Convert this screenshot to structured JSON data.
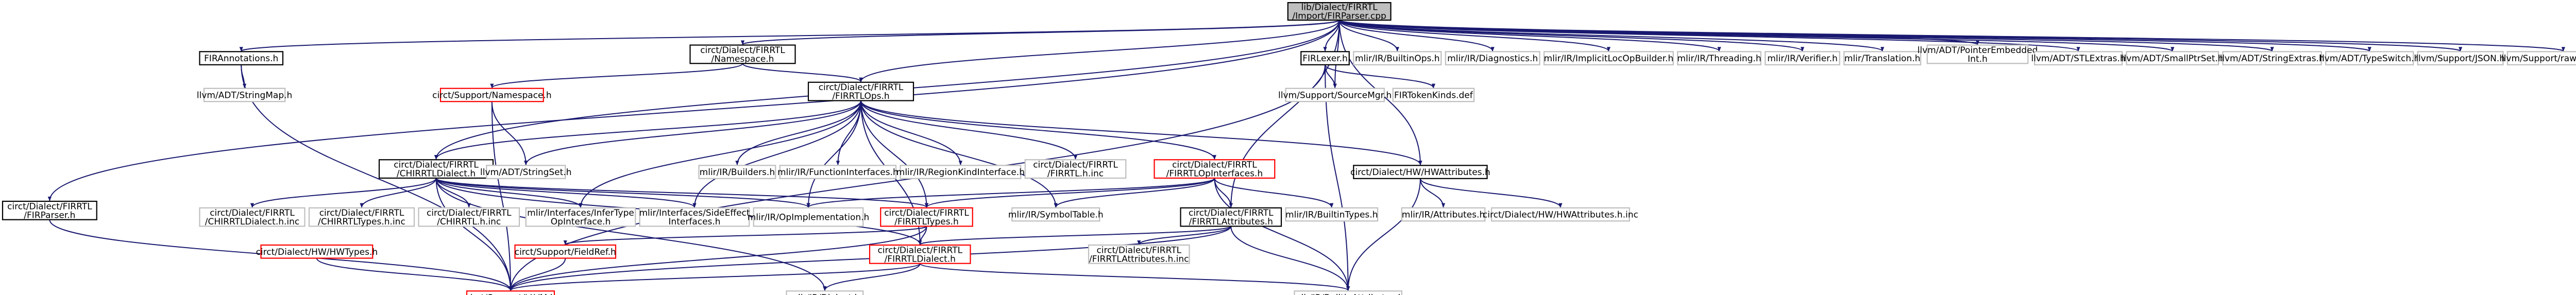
{
  "root_file": [
    "lib/Dialect/FIRRTL",
    "/Import/FIRParser.cpp"
  ],
  "colors": {
    "edge": "#191970",
    "root_fill": "#bfbfbf",
    "node_border_default": "#bfbfbf",
    "node_border_documented": "#000000",
    "node_border_cycle": "#ff0000"
  },
  "nodes": [
    {
      "id": "root",
      "lines": [
        "lib/Dialect/FIRRTL",
        "/Import/FIRParser.cpp"
      ],
      "kind": "root"
    },
    {
      "id": "firannotations",
      "lines": [
        "FIRAnnotations.h"
      ],
      "kind": "doc"
    },
    {
      "id": "namespace_hdr",
      "lines": [
        "circt/Dialect/FIRRTL",
        "/Namespace.h"
      ],
      "kind": "doc"
    },
    {
      "id": "firlexer",
      "lines": [
        "FIRLexer.h"
      ],
      "kind": "doc"
    },
    {
      "id": "builtinops",
      "lines": [
        "mlir/IR/BuiltinOps.h"
      ],
      "kind": "plain"
    },
    {
      "id": "diagnostics",
      "lines": [
        "mlir/IR/Diagnostics.h"
      ],
      "kind": "plain"
    },
    {
      "id": "implicitloc",
      "lines": [
        "mlir/IR/ImplicitLocOpBuilder.h"
      ],
      "kind": "plain"
    },
    {
      "id": "threading",
      "lines": [
        "mlir/IR/Threading.h"
      ],
      "kind": "plain"
    },
    {
      "id": "verifier",
      "lines": [
        "mlir/IR/Verifier.h"
      ],
      "kind": "plain"
    },
    {
      "id": "translation",
      "lines": [
        "mlir/Translation.h"
      ],
      "kind": "plain"
    },
    {
      "id": "pointerembedded",
      "lines": [
        "llvm/ADT/PointerEmbedded",
        "Int.h"
      ],
      "kind": "plain"
    },
    {
      "id": "stlextras",
      "lines": [
        "llvm/ADT/STLExtras.h"
      ],
      "kind": "plain"
    },
    {
      "id": "smallptrset",
      "lines": [
        "llvm/ADT/SmallPtrSet.h"
      ],
      "kind": "plain"
    },
    {
      "id": "stringextras",
      "lines": [
        "llvm/ADT/StringExtras.h"
      ],
      "kind": "plain"
    },
    {
      "id": "typeswitch",
      "lines": [
        "llvm/ADT/TypeSwitch.h"
      ],
      "kind": "plain"
    },
    {
      "id": "json",
      "lines": [
        "llvm/Support/JSON.h"
      ],
      "kind": "plain"
    },
    {
      "id": "raw_ostream",
      "lines": [
        "llvm/Support/raw_ostream.h"
      ],
      "kind": "plain"
    },
    {
      "id": "stringmap",
      "lines": [
        "llvm/ADT/StringMap.h"
      ],
      "kind": "plain"
    },
    {
      "id": "support_namespace",
      "lines": [
        "circt/Support/Namespace.h"
      ],
      "kind": "cycle"
    },
    {
      "id": "firrtlops",
      "lines": [
        "circt/Dialect/FIRRTL",
        "/FIRRTLOps.h"
      ],
      "kind": "doc"
    },
    {
      "id": "sourcemgr",
      "lines": [
        "llvm/Support/SourceMgr.h"
      ],
      "kind": "plain"
    },
    {
      "id": "tokenkinds",
      "lines": [
        "FIRTokenKinds.def"
      ],
      "kind": "plain"
    },
    {
      "id": "chirrtldialect",
      "lines": [
        "circt/Dialect/FIRRTL",
        "/CHIRRTLDialect.h"
      ],
      "kind": "doc"
    },
    {
      "id": "stringset",
      "lines": [
        "llvm/ADT/StringSet.h"
      ],
      "kind": "plain"
    },
    {
      "id": "builders",
      "lines": [
        "mlir/IR/Builders.h"
      ],
      "kind": "plain"
    },
    {
      "id": "functioninterfaces",
      "lines": [
        "mlir/IR/FunctionInterfaces.h"
      ],
      "kind": "plain"
    },
    {
      "id": "regionkind",
      "lines": [
        "mlir/IR/RegionKindInterface.h"
      ],
      "kind": "plain"
    },
    {
      "id": "firrtl_h_inc",
      "lines": [
        "circt/Dialect/FIRRTL",
        "/FIRRTL.h.inc"
      ],
      "kind": "plain"
    },
    {
      "id": "opinterfaces",
      "lines": [
        "circt/Dialect/FIRRTL",
        "/FIRRTLOpInterfaces.h"
      ],
      "kind": "cycle"
    },
    {
      "id": "hwattributes",
      "lines": [
        "circt/Dialect/HW/HWAttributes.h"
      ],
      "kind": "doc"
    },
    {
      "id": "firparser_h",
      "lines": [
        "circt/Dialect/FIRRTL",
        "/FIRParser.h"
      ],
      "kind": "doc"
    },
    {
      "id": "chirrtldialect_inc",
      "lines": [
        "circt/Dialect/FIRRTL",
        "/CHIRRTLDialect.h.inc"
      ],
      "kind": "plain"
    },
    {
      "id": "chirrtltypes_inc",
      "lines": [
        "circt/Dialect/FIRRTL",
        "/CHIRRTLTypes.h.inc"
      ],
      "kind": "plain"
    },
    {
      "id": "chirrtl_inc",
      "lines": [
        "circt/Dialect/FIRRTL",
        "/CHIRRTL.h.inc"
      ],
      "kind": "plain"
    },
    {
      "id": "infertype",
      "lines": [
        "mlir/Interfaces/InferType",
        "OpInterface.h"
      ],
      "kind": "plain"
    },
    {
      "id": "sideeffect",
      "lines": [
        "mlir/Interfaces/SideEffect",
        "Interfaces.h"
      ],
      "kind": "plain"
    },
    {
      "id": "opimpl",
      "lines": [
        "mlir/IR/OpImplementation.h"
      ],
      "kind": "plain"
    },
    {
      "id": "firrtltypes",
      "lines": [
        "circt/Dialect/FIRRTL",
        "/FIRRTLTypes.h"
      ],
      "kind": "cycle"
    },
    {
      "id": "symboltable",
      "lines": [
        "mlir/IR/SymbolTable.h"
      ],
      "kind": "plain"
    },
    {
      "id": "firrtlattributes",
      "lines": [
        "circt/Dialect/FIRRTL",
        "/FIRRTLAttributes.h"
      ],
      "kind": "doc"
    },
    {
      "id": "builtintypes",
      "lines": [
        "mlir/IR/BuiltinTypes.h"
      ],
      "kind": "plain"
    },
    {
      "id": "mlir_attributes",
      "lines": [
        "mlir/IR/Attributes.h"
      ],
      "kind": "plain"
    },
    {
      "id": "hwattributes_inc",
      "lines": [
        "circt/Dialect/HW/HWAttributes.h.inc"
      ],
      "kind": "plain"
    },
    {
      "id": "hwtypes",
      "lines": [
        "circt/Dialect/HW/HWTypes.h"
      ],
      "kind": "cycle"
    },
    {
      "id": "fieldref",
      "lines": [
        "circt/Support/FieldRef.h"
      ],
      "kind": "cycle"
    },
    {
      "id": "firrtldialect",
      "lines": [
        "circt/Dialect/FIRRTL",
        "/FIRRTLDialect.h"
      ],
      "kind": "cycle"
    },
    {
      "id": "firrtlattributes_inc",
      "lines": [
        "circt/Dialect/FIRRTL",
        "/FIRRTLAttributes.h.inc"
      ],
      "kind": "plain"
    },
    {
      "id": "llvm_h",
      "lines": [
        "circt/Support/LLVM.h"
      ],
      "kind": "cycle"
    },
    {
      "id": "mlir_dialect",
      "lines": [
        "mlir/IR/Dialect.h"
      ],
      "kind": "plain"
    },
    {
      "id": "builtinattributes",
      "lines": [
        "mlir/IR/BuiltinAttributes.h"
      ],
      "kind": "plain"
    }
  ],
  "edges": [
    [
      "root",
      "firannotations"
    ],
    [
      "root",
      "namespace_hdr"
    ],
    [
      "root",
      "firlexer"
    ],
    [
      "root",
      "builtinops"
    ],
    [
      "root",
      "diagnostics"
    ],
    [
      "root",
      "implicitloc"
    ],
    [
      "root",
      "threading"
    ],
    [
      "root",
      "verifier"
    ],
    [
      "root",
      "translation"
    ],
    [
      "root",
      "pointerembedded"
    ],
    [
      "root",
      "stlextras"
    ],
    [
      "root",
      "smallptrset"
    ],
    [
      "root",
      "stringextras"
    ],
    [
      "root",
      "typeswitch"
    ],
    [
      "root",
      "json"
    ],
    [
      "root",
      "raw_ostream"
    ],
    [
      "root",
      "firparser_h"
    ],
    [
      "root",
      "chirrtldialect"
    ],
    [
      "root",
      "firrtlops"
    ],
    [
      "root",
      "hwattributes"
    ],
    [
      "root",
      "firrtlattributes"
    ],
    [
      "root",
      "sourcemgr"
    ],
    [
      "firannotations",
      "stringmap"
    ],
    [
      "firannotations",
      "llvm_h"
    ],
    [
      "namespace_hdr",
      "support_namespace"
    ],
    [
      "namespace_hdr",
      "firrtlops"
    ],
    [
      "firlexer",
      "sourcemgr"
    ],
    [
      "firlexer",
      "tokenkinds"
    ],
    [
      "firlexer",
      "llvm_h"
    ],
    [
      "firlexer",
      "builtinattributes"
    ],
    [
      "support_namespace",
      "stringset"
    ],
    [
      "support_namespace",
      "llvm_h"
    ],
    [
      "firrtlops",
      "builders"
    ],
    [
      "firrtlops",
      "functioninterfaces"
    ],
    [
      "firrtlops",
      "regionkind"
    ],
    [
      "firrtlops",
      "firrtl_h_inc"
    ],
    [
      "firrtlops",
      "opinterfaces"
    ],
    [
      "firrtlops",
      "stringset"
    ],
    [
      "firrtlops",
      "chirrtldialect"
    ],
    [
      "firrtlops",
      "infertype"
    ],
    [
      "firrtlops",
      "sideeffect"
    ],
    [
      "firrtlops",
      "opimpl"
    ],
    [
      "firrtlops",
      "firrtltypes"
    ],
    [
      "firrtlops",
      "symboltable"
    ],
    [
      "firrtlops",
      "firrtldialect"
    ],
    [
      "firrtlops",
      "hwattributes"
    ],
    [
      "chirrtldialect",
      "chirrtldialect_inc"
    ],
    [
      "chirrtldialect",
      "chirrtltypes_inc"
    ],
    [
      "chirrtldialect",
      "chirrtl_inc"
    ],
    [
      "chirrtldialect",
      "infertype"
    ],
    [
      "chirrtldialect",
      "sideeffect"
    ],
    [
      "chirrtldialect",
      "opimpl"
    ],
    [
      "chirrtldialect",
      "firrtltypes"
    ],
    [
      "chirrtldialect",
      "firrtldialect"
    ],
    [
      "chirrtldialect",
      "llvm_h"
    ],
    [
      "chirrtldialect",
      "mlir_dialect"
    ],
    [
      "opinterfaces",
      "firrtltypes"
    ],
    [
      "opinterfaces",
      "symboltable"
    ],
    [
      "opinterfaces",
      "opimpl"
    ],
    [
      "opinterfaces",
      "firrtlattributes"
    ],
    [
      "opinterfaces",
      "builtintypes"
    ],
    [
      "opinterfaces",
      "builtinattributes"
    ],
    [
      "hwattributes",
      "mlir_attributes"
    ],
    [
      "hwattributes",
      "hwattributes_inc"
    ],
    [
      "hwattributes",
      "builtinattributes"
    ],
    [
      "firparser_h",
      "llvm_h"
    ],
    [
      "firrtltypes",
      "fieldref"
    ],
    [
      "firrtltypes",
      "firrtldialect"
    ],
    [
      "firrtltypes",
      "llvm_h"
    ],
    [
      "firrtlattributes",
      "firrtlattributes_inc"
    ],
    [
      "firrtlattributes",
      "firrtldialect"
    ],
    [
      "firrtlattributes",
      "llvm_h"
    ],
    [
      "firrtlattributes",
      "builtinattributes"
    ],
    [
      "fieldref",
      "llvm_h"
    ],
    [
      "hwtypes",
      "llvm_h"
    ],
    [
      "firrtldialect",
      "llvm_h"
    ],
    [
      "firrtldialect",
      "mlir_dialect"
    ],
    [
      "firrtldialect",
      "builtinattributes"
    ]
  ]
}
